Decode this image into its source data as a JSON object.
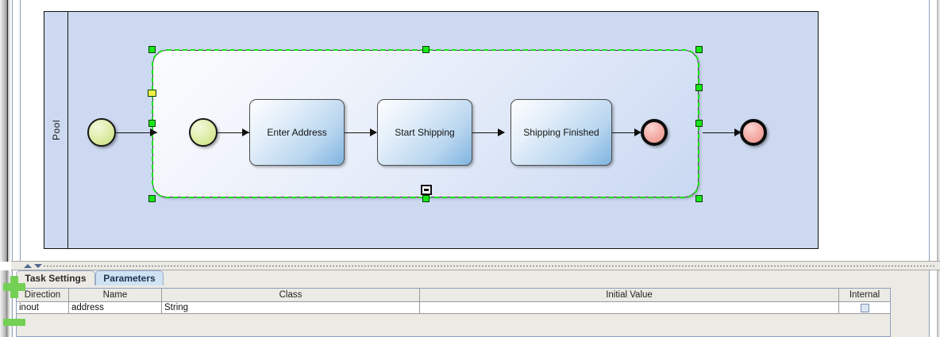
{
  "canvas": {
    "pool": {
      "label": "Pool"
    },
    "subprocess": {
      "selected": true,
      "collapse_icon": "minus-icon"
    },
    "nodes": [
      {
        "id": "start-outer",
        "type": "start-event",
        "name": "start-event-outer",
        "label": ""
      },
      {
        "id": "start-inner",
        "type": "start-event",
        "name": "start-event-inner",
        "label": ""
      },
      {
        "id": "task-1",
        "type": "task",
        "name": "task-enter-address",
        "label": "Enter Address"
      },
      {
        "id": "task-2",
        "type": "task",
        "name": "task-start-shipping",
        "label": "Start Shipping"
      },
      {
        "id": "task-3",
        "type": "task",
        "name": "task-shipping-finished",
        "label": "Shipping Finished"
      },
      {
        "id": "end-inner",
        "type": "end-event",
        "name": "end-event-inner",
        "label": ""
      },
      {
        "id": "end-outer",
        "type": "end-event",
        "name": "end-event-outer",
        "label": ""
      }
    ]
  },
  "divider": {
    "collapse_up_icon": "triangle-up-icon",
    "collapse_down_icon": "triangle-down-icon"
  },
  "bottom_panel": {
    "tabs": [
      {
        "label": "Task Settings",
        "active": false
      },
      {
        "label": "Parameters",
        "active": true
      }
    ],
    "table": {
      "columns": [
        "Direction",
        "Name",
        "Class",
        "Initial Value",
        "Internal"
      ],
      "rows": [
        {
          "direction": "inout",
          "name": "address",
          "class": "String",
          "initial_value": "",
          "internal_checked": false
        }
      ]
    },
    "actions": {
      "add_icon": "plus-icon",
      "remove_icon": "minus-icon",
      "accent_color": "#74d055"
    }
  }
}
